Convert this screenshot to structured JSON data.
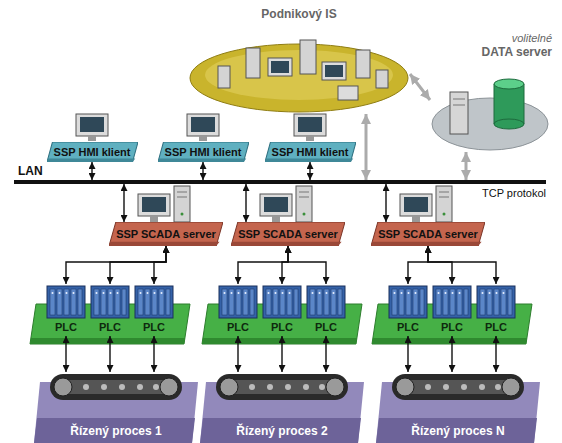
{
  "diagram": {
    "nodes": [
      {
        "text": [
          "Podnikový IS"
        ]
      },
      {
        "text": [
          "volitelné",
          "DATA server"
        ]
      },
      {
        "text": [
          "SSP HMI klient"
        ]
      },
      {
        "text": [
          "SSP HMI klient"
        ]
      },
      {
        "text": [
          "SSP HMI klient"
        ]
      },
      {
        "text": [
          "LAN",
          "TCP protokol"
        ]
      },
      {
        "text": [
          "SSP SCADA server"
        ]
      },
      {
        "text": [
          "SSP SCADA server"
        ]
      },
      {
        "text": [
          "SSP SCADA server"
        ]
      },
      {
        "text": [
          "PLC"
        ]
      },
      {
        "text": [
          "PLC"
        ]
      },
      {
        "text": [
          "PLC"
        ]
      },
      {
        "text": [
          "PLC"
        ]
      },
      {
        "text": [
          "PLC"
        ]
      },
      {
        "text": [
          "PLC"
        ]
      },
      {
        "text": [
          "PLC"
        ]
      },
      {
        "text": [
          "PLC"
        ]
      },
      {
        "text": [
          "PLC"
        ]
      },
      {
        "text": [
          "Řízený proces 1"
        ]
      },
      {
        "text": [
          "Řízený proces 2"
        ]
      },
      {
        "text": [
          "Řízený proces N"
        ]
      }
    ],
    "edges": [
      {
        "from": 2,
        "to": 5,
        "arrow": "both"
      },
      {
        "from": 3,
        "to": 5,
        "arrow": "both"
      },
      {
        "from": 4,
        "to": 5,
        "arrow": "both"
      },
      {
        "from": 0,
        "to": 5,
        "arrow": "both"
      },
      {
        "from": 0,
        "to": 1,
        "arrow": "both"
      },
      {
        "from": 1,
        "to": 5,
        "arrow": "both"
      },
      {
        "from": 5,
        "to": 6,
        "arrow": "both"
      },
      {
        "from": 5,
        "to": 7,
        "arrow": "both"
      },
      {
        "from": 5,
        "to": 8,
        "arrow": "both"
      },
      {
        "from": 6,
        "to": 9,
        "arrow": "both"
      },
      {
        "from": 6,
        "to": 10,
        "arrow": "both"
      },
      {
        "from": 6,
        "to": 11,
        "arrow": "both"
      },
      {
        "from": 7,
        "to": 12,
        "arrow": "both"
      },
      {
        "from": 7,
        "to": 13,
        "arrow": "both"
      },
      {
        "from": 7,
        "to": 14,
        "arrow": "both"
      },
      {
        "from": 8,
        "to": 15,
        "arrow": "both"
      },
      {
        "from": 8,
        "to": 16,
        "arrow": "both"
      },
      {
        "from": 8,
        "to": 17,
        "arrow": "both"
      },
      {
        "from": 9,
        "to": 18,
        "arrow": "both"
      },
      {
        "from": 10,
        "to": 18,
        "arrow": "both"
      },
      {
        "from": 11,
        "to": 18,
        "arrow": "both"
      },
      {
        "from": 12,
        "to": 19,
        "arrow": "both"
      },
      {
        "from": 13,
        "to": 19,
        "arrow": "both"
      },
      {
        "from": 14,
        "to": 19,
        "arrow": "both"
      },
      {
        "from": 15,
        "to": 20,
        "arrow": "both"
      },
      {
        "from": 16,
        "to": 20,
        "arrow": "both"
      },
      {
        "from": 17,
        "to": 20,
        "arrow": "both"
      }
    ]
  }
}
